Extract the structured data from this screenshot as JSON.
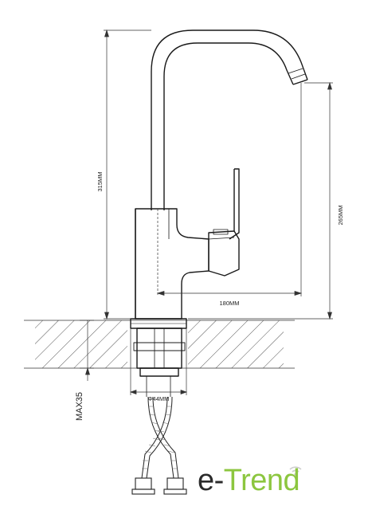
{
  "dimensions": {
    "total_height": "315MM",
    "spout_height": "265MM",
    "spout_reach": "180MM",
    "base_diameter": "Φ44MM",
    "max_thickness": "MAX35"
  },
  "logo": {
    "prefix": "e-",
    "text": "Trend",
    "prefix_color": "#2b2b2b",
    "text_color": "#8cc63f",
    "wifi_color": "#cfcfcf"
  },
  "colors": {
    "line": "#1a1a1a",
    "dim_line": "#333333",
    "hatch": "#555555"
  }
}
